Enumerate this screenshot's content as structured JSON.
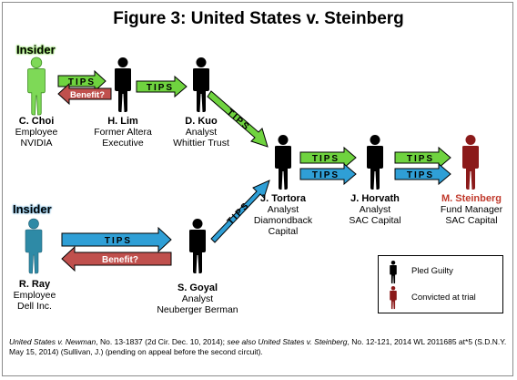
{
  "title": "Figure 3: United States v. Steinberg",
  "insider_label": "Insider",
  "arrow_tips": "TIPS",
  "arrow_benefit": "Benefit?",
  "people": {
    "choi": {
      "name": "C. Choi",
      "l1": "Employee",
      "l2": "NVIDIA"
    },
    "lim": {
      "name": "H. Lim",
      "l1": "Former Altera",
      "l2": "Executive"
    },
    "kuo": {
      "name": "D. Kuo",
      "l1": "Analyst",
      "l2": "Whittier Trust"
    },
    "tortora": {
      "name": "J. Tortora",
      "l1": "Analyst",
      "l2": "Diamondback",
      "l3": "Capital"
    },
    "horvath": {
      "name": "J. Horvath",
      "l1": "Analyst",
      "l2": "SAC Capital"
    },
    "steinberg": {
      "name": "M. Steinberg",
      "l1": "Fund Manager",
      "l2": "SAC Capital"
    },
    "ray": {
      "name": "R. Ray",
      "l1": "Employee",
      "l2": "Dell Inc."
    },
    "goyal": {
      "name": "S. Goyal",
      "l1": "Analyst",
      "l2": "Neuberger Berman"
    }
  },
  "legend": {
    "pled_guilty": "Pled Guilty",
    "convicted": "Convicted at trial"
  },
  "footnote": {
    "case1": "United States v. Newman",
    "case1_cite": ", No. 13-1837 (2d Cir. Dec. 10, 2014); ",
    "see_also": "see also United States v. Steinberg",
    "case2_cite": ", No. 12-121, 2014 WL 2011685 at*5 (S.D.N.Y. May 15, 2014) (Sullivan, J.) (pending on appeal before the second circuit)."
  },
  "colors": {
    "green": "#6fd33f",
    "blue": "#2f9fd6",
    "red": "#c0504d",
    "dark_red": "#8b1a1a",
    "figure_black": "#000000",
    "insider_green": "#7ed957",
    "insider_blue": "#2e8aa6"
  }
}
